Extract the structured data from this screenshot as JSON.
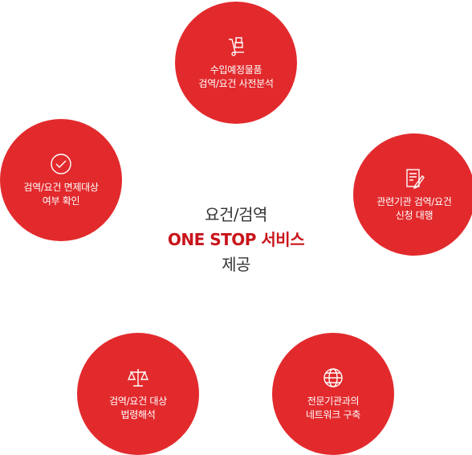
{
  "colors": {
    "circle": "#e22a2d",
    "highlight": "#c8141b",
    "text": "#333333"
  },
  "center": {
    "line1": "요건/검역",
    "line2": "ONE STOP 서비스",
    "line3": "제공"
  },
  "items": [
    {
      "icon": "hand-truck-icon",
      "line1": "수입예정물품",
      "line2": "검역/요건 사전분석"
    },
    {
      "icon": "document-edit-icon",
      "line1": "관련기관 검역/요건",
      "line2": "신청 대행"
    },
    {
      "icon": "globe-icon",
      "line1": "전문기관과의",
      "line2": "네트워크 구축"
    },
    {
      "icon": "scales-icon",
      "line1": "검역/요건 대상",
      "line2": "법령해석"
    },
    {
      "icon": "check-circle-icon",
      "line1": "검역/요건 면제대상",
      "line2": "여부 확인"
    }
  ]
}
